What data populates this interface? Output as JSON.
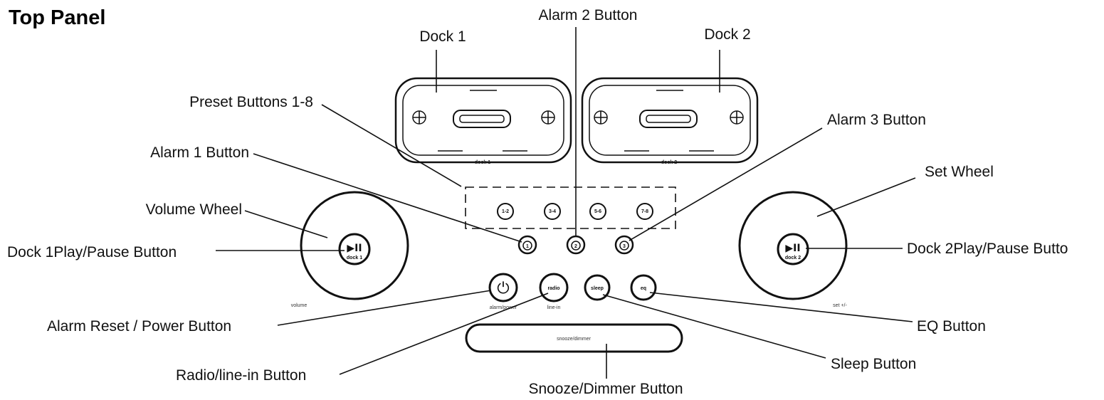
{
  "title": "Top Panel",
  "callouts": {
    "dock1": "Dock 1",
    "alarm2": "Alarm 2 Button",
    "dock2": "Dock 2",
    "presets": "Preset Buttons 1-8",
    "alarm3": "Alarm 3 Button",
    "alarm1": "Alarm 1 Button",
    "set_wheel": "Set Wheel",
    "volume_wheel": "Volume Wheel",
    "dock1_play": "Dock 1Play/Pause Button",
    "dock2_play": "Dock 2Play/Pause Butto",
    "power": "Alarm Reset / Power Button",
    "eq": "EQ Button",
    "radio": "Radio/line-in Button",
    "sleep": "Sleep Button",
    "snooze": "Snooze/Dimmer Button"
  },
  "device": {
    "dock1_label": "dock 1",
    "dock2_label": "dock 2",
    "preset_labels": [
      "1-2",
      "3-4",
      "5-6",
      "7-8"
    ],
    "alarm_numbers": [
      "1",
      "2",
      "3"
    ],
    "play_symbol": "▶II",
    "dock1_play_label": "dock 1",
    "dock2_play_label": "dock 2",
    "volume_label": "volume",
    "set_label": "set +/-",
    "power_symbol": "⏻",
    "power_sub_label": "alarm/power",
    "radio_label": "radio",
    "radio_sub_label": "line-in",
    "sleep_label": "sleep",
    "eq_label": "eq",
    "snooze_label": "snooze/dimmer"
  }
}
